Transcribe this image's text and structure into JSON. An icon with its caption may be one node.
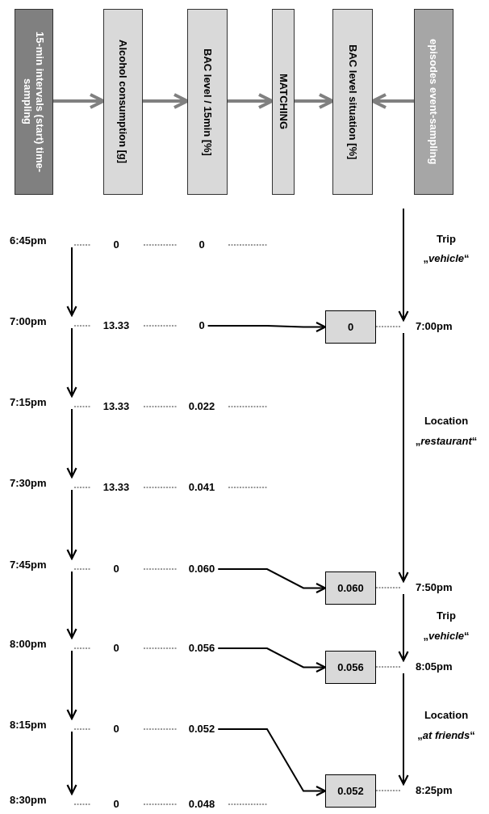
{
  "diagram": {
    "nodes": [
      {
        "text": [
          "15-min intervals (start) time-sampling"
        ]
      },
      {
        "text": [
          "Alcohol consumption [g]"
        ]
      },
      {
        "text": [
          "BAC level / 15min [%]"
        ]
      },
      {
        "text": [
          "MATCHING"
        ]
      },
      {
        "text": [
          "BAC level  situation [%]"
        ]
      },
      {
        "text": [
          "episodes event-sampling"
        ]
      },
      {
        "text": [
          "6:45pm"
        ]
      },
      {
        "text": [
          "7:00pm"
        ]
      },
      {
        "text": [
          "7:15pm"
        ]
      },
      {
        "text": [
          "7:30pm"
        ]
      },
      {
        "text": [
          "7:45pm"
        ]
      },
      {
        "text": [
          "8:00pm"
        ]
      },
      {
        "text": [
          "8:15pm"
        ]
      },
      {
        "text": [
          "8:30pm"
        ]
      },
      {
        "text": [
          "0"
        ]
      },
      {
        "text": [
          "0.060"
        ]
      },
      {
        "text": [
          "0.056"
        ]
      },
      {
        "text": [
          "0.052"
        ]
      },
      {
        "text": [
          "0"
        ]
      },
      {
        "text": [
          "0.060"
        ]
      },
      {
        "text": [
          "0.056"
        ]
      },
      {
        "text": [
          "0.052"
        ]
      },
      {
        "text": [
          "7:00pm"
        ]
      },
      {
        "text": [
          "7:50pm"
        ]
      },
      {
        "text": [
          "8:05pm"
        ]
      },
      {
        "text": [
          "8:25pm"
        ]
      }
    ],
    "edges": [
      {
        "from": 0,
        "to": 1,
        "arrow": "to",
        "style": "thick",
        "color": "#808080"
      },
      {
        "from": 1,
        "to": 2,
        "arrow": "to",
        "style": "thick",
        "color": "#808080"
      },
      {
        "from": 2,
        "to": 3,
        "arrow": "to",
        "style": "thick",
        "color": "#808080"
      },
      {
        "from": 3,
        "to": 4,
        "arrow": "to",
        "style": "thick",
        "color": "#808080"
      },
      {
        "from": 5,
        "to": 4,
        "arrow": "to",
        "style": "thick",
        "color": "#808080"
      },
      {
        "from": 6,
        "to": 7,
        "arrow": "to"
      },
      {
        "from": 7,
        "to": 8,
        "arrow": "to"
      },
      {
        "from": 8,
        "to": 9,
        "arrow": "to"
      },
      {
        "from": 9,
        "to": 10,
        "arrow": "to"
      },
      {
        "from": 10,
        "to": 11,
        "arrow": "to"
      },
      {
        "from": 11,
        "to": 12,
        "arrow": "to"
      },
      {
        "from": 12,
        "to": 13,
        "arrow": "to"
      },
      {
        "from": null,
        "to": 22,
        "arrow": "to"
      },
      {
        "from": 22,
        "to": 23,
        "arrow": "to"
      },
      {
        "from": 23,
        "to": 24,
        "arrow": "to"
      },
      {
        "from": 24,
        "to": 25,
        "arrow": "to"
      },
      {
        "from": 14,
        "to": 18,
        "arrow": "to"
      },
      {
        "from": 15,
        "to": 19,
        "arrow": "to"
      },
      {
        "from": 16,
        "to": 20,
        "arrow": "to"
      },
      {
        "from": 17,
        "to": 21,
        "arrow": "to"
      }
    ],
    "labels": [
      "Trip",
      "„*vehicle*“",
      "0",
      "0",
      "13.33",
      "13.33",
      "0.022",
      "Location",
      "„*restaurant*“",
      "13.33",
      "0.041",
      "0",
      "Trip",
      "„*vehicle*“",
      "0",
      "Location",
      "„*at friends*“",
      "0",
      "0",
      "0.048"
    ]
  }
}
